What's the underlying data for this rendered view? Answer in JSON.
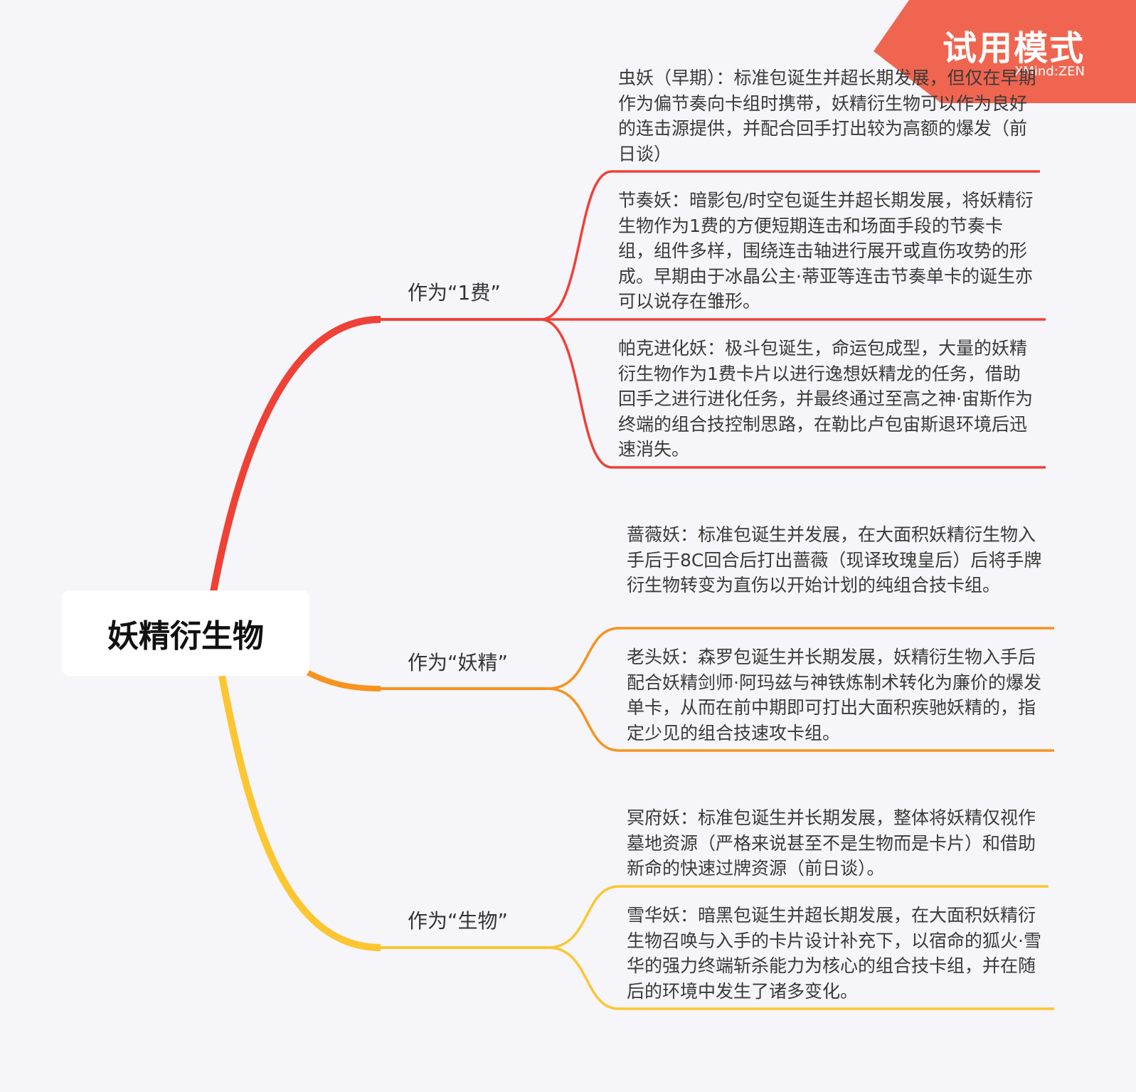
{
  "root": {
    "label": "妖精衍生物"
  },
  "branches": [
    {
      "label": "作为“1费”",
      "color": "#ef4136",
      "children": [
        "虫妖（早期）：标准包诞生并超长期发展，但仅在早期作为偏节奏向卡组时携带，妖精衍生物可以作为良好的连击源提供，并配合回手打出较为高额的爆发（前日谈）",
        "节奏妖：暗影包/时空包诞生并超长期发展，将妖精衍生物作为1费的方便短期连击和场面手段的节奏卡组，组件多样，围绕连击轴进行展开或直伤攻势的形成。早期由于冰晶公主·蒂亚等连击节奏单卡的诞生亦可以说存在雏形。",
        "帕克进化妖：极斗包诞生，命运包成型，大量的妖精衍生物作为1费卡片以进行逸想妖精龙的任务，借助回手之进行进化任务，并最终通过至高之神·宙斯作为终端的组合技控制思路，在勒比卢包宙斯退环境后迅速消失。"
      ]
    },
    {
      "label": "作为“妖精”",
      "color": "#f7931e",
      "children": [
        "蔷薇妖：标准包诞生并发展，在大面积妖精衍生物入手后于8C回合后打出蔷薇（现译玫瑰皇后）后将手牌衍生物转变为直伤以开始计划的纯组合技卡组。",
        "老头妖：森罗包诞生并长期发展，妖精衍生物入手后配合妖精剑师·阿玛兹与神铁炼制术转化为廉价的爆发单卡，从而在前中期即可打出大面积疾驰妖精的，指定少见的组合技速攻卡组。"
      ]
    },
    {
      "label": "作为“生物”",
      "color": "#fcc630",
      "children": [
        "冥府妖：标准包诞生并长期发展，整体将妖精仅视作墓地资源（严格来说甚至不是生物而是卡片）和借助新命的快速过牌资源（前日谈）。",
        "雪华妖：暗黑包诞生并超长期发展，在大面积妖精衍生物召唤与入手的卡片设计补充下，以宿命的狐火·雪华的强力终端斩杀能力为核心的组合技卡组，并在随后的环境中发生了诸多变化。"
      ]
    }
  ],
  "watermark": {
    "title": "试用模式",
    "brand": "XMind:ZEN",
    "color": "#f0604a"
  }
}
